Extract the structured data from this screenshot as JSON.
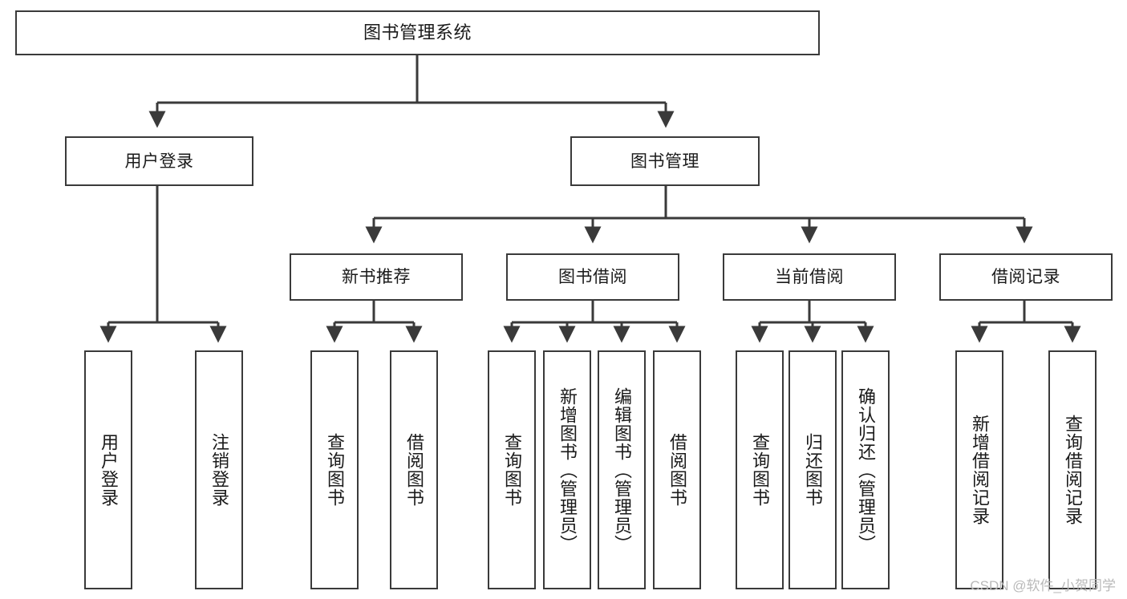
{
  "diagram": {
    "title": "图书管理系统",
    "type": "tree-hierarchy",
    "orientation": "top-down",
    "colors": {
      "background": "#ffffff",
      "node_fill": "#ffffff",
      "node_border": "#3a3a3a",
      "edge": "#3a3a3a",
      "text": "#1a1a1a",
      "watermark": "#b9b9b9"
    }
  },
  "root": {
    "label": "图书管理系统"
  },
  "level2": [
    {
      "label": "用户登录"
    },
    {
      "label": "图书管理"
    }
  ],
  "level3": [
    {
      "label": "新书推荐"
    },
    {
      "label": "图书借阅"
    },
    {
      "label": "当前借阅"
    },
    {
      "label": "借阅记录"
    }
  ],
  "leaves": {
    "user_login": [
      {
        "label": "用户登录"
      },
      {
        "label": "注销登录"
      }
    ],
    "new_book_recommend": [
      {
        "label": "查询图书"
      },
      {
        "label": "借阅图书"
      }
    ],
    "book_borrow": [
      {
        "label": "查询图书"
      },
      {
        "label": "新增图书（管理员）"
      },
      {
        "label": "编辑图书（管理员）"
      },
      {
        "label": "借阅图书"
      }
    ],
    "current_borrow": [
      {
        "label": "查询图书"
      },
      {
        "label": "归还图书"
      },
      {
        "label": "确认归还（管理员）"
      }
    ],
    "borrow_record": [
      {
        "label": "新增借阅记录"
      },
      {
        "label": "查询借阅记录"
      }
    ]
  },
  "watermark": {
    "text": "CSDN @软件_小贺同学"
  }
}
